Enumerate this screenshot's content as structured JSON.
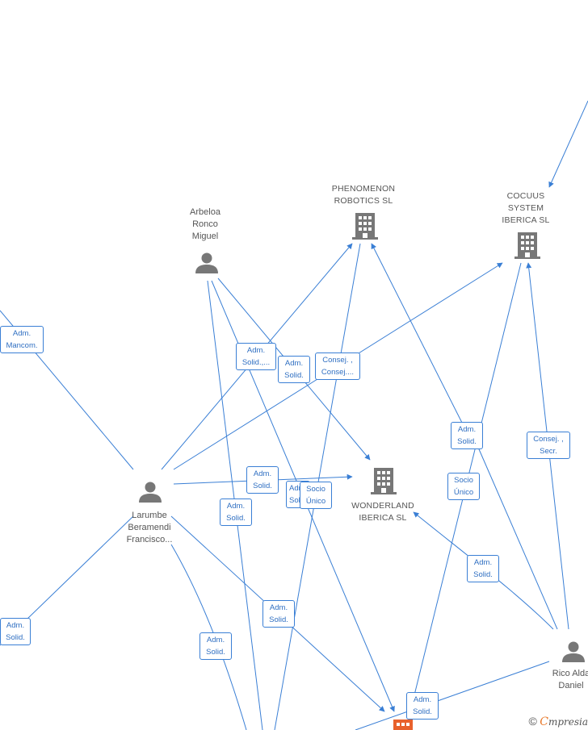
{
  "nodes": {
    "arbeloa": {
      "label": "Arbeloa\nRonco\nMiguel",
      "type": "person"
    },
    "phenomenon": {
      "label": "PHENOMENON\nROBOTICS SL",
      "type": "company"
    },
    "cocuus": {
      "label": "COCUUS\nSYSTEM\nIBERICA SL",
      "type": "company"
    },
    "wonderland": {
      "label": "WONDERLAND\nIBERICA SL",
      "type": "company"
    },
    "larumbe": {
      "label": "Larumbe\nBeramendi\nFrancisco...",
      "type": "person"
    },
    "rico": {
      "label": "Rico Alda\nDaniel",
      "type": "person"
    }
  },
  "relations": [
    {
      "id": "r1",
      "label": "Adm.\nMancom."
    },
    {
      "id": "r2",
      "label": "Adm.\nSolid.,..."
    },
    {
      "id": "r3",
      "label": "Adm.\nSolid."
    },
    {
      "id": "r4",
      "label": "Consej. ,\nConsej...."
    },
    {
      "id": "r5",
      "label": "Adm.\nSolid."
    },
    {
      "id": "r6",
      "label": "Consej. ,\nSecr."
    },
    {
      "id": "r7",
      "label": "Adm.\nSolid."
    },
    {
      "id": "r8",
      "label": "Adm.\nSolid."
    },
    {
      "id": "r9",
      "label": "Adm.\nSolid."
    },
    {
      "id": "r10",
      "label": "Socio\nÚnico"
    },
    {
      "id": "r11",
      "label": "Socio\nÚnico"
    },
    {
      "id": "r12",
      "label": "Adm.\nSolid."
    },
    {
      "id": "r13",
      "label": "Adm.\nSolid."
    },
    {
      "id": "r14",
      "label": "Adm.\nSolid."
    },
    {
      "id": "r15",
      "label": "Adm.\nSolid."
    },
    {
      "id": "r16",
      "label": "Adm.\nSolid."
    }
  ],
  "colors": {
    "edge": "#3a7fd5",
    "node": "#777777",
    "highlight": "#e8612c",
    "brand": "#e8792b"
  },
  "footer": {
    "copyright": "©",
    "brand_initial": "C",
    "brand_rest": "mpresia"
  }
}
